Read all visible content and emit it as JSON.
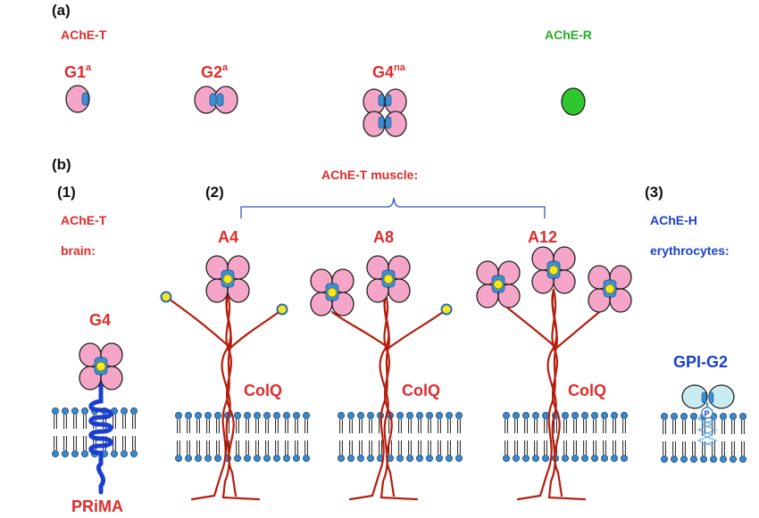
{
  "panel_a": {
    "label": "(a)",
    "title_ache_t": "AChE-T",
    "title_ache_r": "AChE-R",
    "g1": {
      "main": "G1",
      "sup": "a"
    },
    "g2": {
      "main": "G2",
      "sup": "a"
    },
    "g4": {
      "main": "G4",
      "sup": "na"
    }
  },
  "panel_b": {
    "label": "(b)",
    "sub1": {
      "number": "(1)",
      "line1": "AChE-T",
      "line2": "brain:",
      "form": "G4",
      "anchor": "PRiMA"
    },
    "sub2": {
      "number": "(2)",
      "bracket_label": "AChE-T muscle:",
      "forms": [
        "A4",
        "A8",
        "A12"
      ],
      "collagen": "ColQ"
    },
    "sub3": {
      "number": "(3)",
      "line1": "AChE-H",
      "line2": "erythrocytes:",
      "form": "GPI-G2",
      "p_mark": "P"
    }
  },
  "colors": {
    "subunit": "#f5a6c8",
    "anchor": "#3a8fd6",
    "core": "#f5e81c",
    "ache_r": "#2ec82e",
    "colq": "#b51d0d",
    "prima": "#1a3fd0",
    "membrane": "#3d86c8",
    "gpi_subunit": "#c9ecf2"
  }
}
